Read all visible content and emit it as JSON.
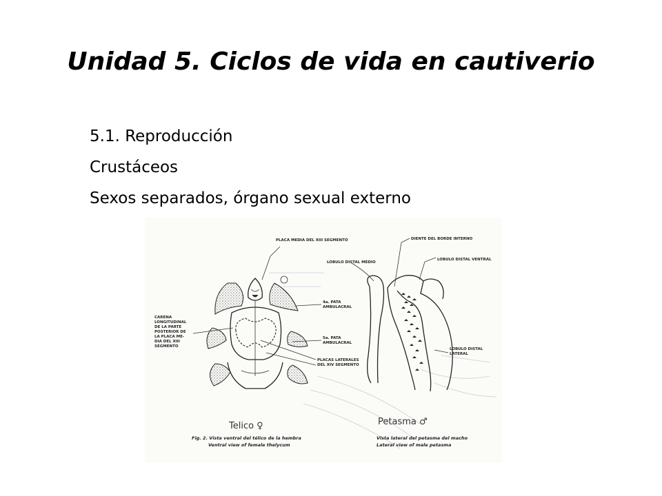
{
  "slide": {
    "title": "Unidad 5. Ciclos de vida en cautiverio",
    "bullets": [
      "5.1. Reproducción",
      "Crustáceos",
      "Sexos separados, órgano sexual externo"
    ]
  },
  "figure": {
    "left_labels": {
      "placa_media": "PLACA MEDIA DEL XIII SEGMENTO",
      "pata_4": [
        "4a. PATA",
        "AMBULACRAL"
      ],
      "carena": [
        "CARENA",
        "LONGITUDINAL",
        "DE LA PARTE",
        "POSTERIOR DE",
        "LA PLACA ME-",
        "DIA DEL XIII",
        "SEGMENTO"
      ],
      "pata_5": [
        "5a. PATA",
        "AMBULACRAL"
      ],
      "placas_laterales": [
        "PLACAS LATERALES",
        "DEL XIV SEGMENTO"
      ]
    },
    "right_labels": {
      "diente": "DIENTE DEL BORDE INTERNO",
      "lobulo_medio": "LOBULO DISTAL MEDIO",
      "lobulo_ventral": "LOBULO DISTAL VENTRAL",
      "lobulo_lateral": [
        "LOBULO DISTAL",
        "LATERAL"
      ]
    },
    "telico_label": "Telico ♀",
    "petasma_label": "Petasma ♂",
    "caption_left": [
      "Fig.   2.    Vista ventral del télico de la hembra",
      "Ventral view of female thelycum"
    ],
    "caption_right": [
      "Vista lateral del petasma del macho",
      "Lateral view of male petasma"
    ]
  }
}
